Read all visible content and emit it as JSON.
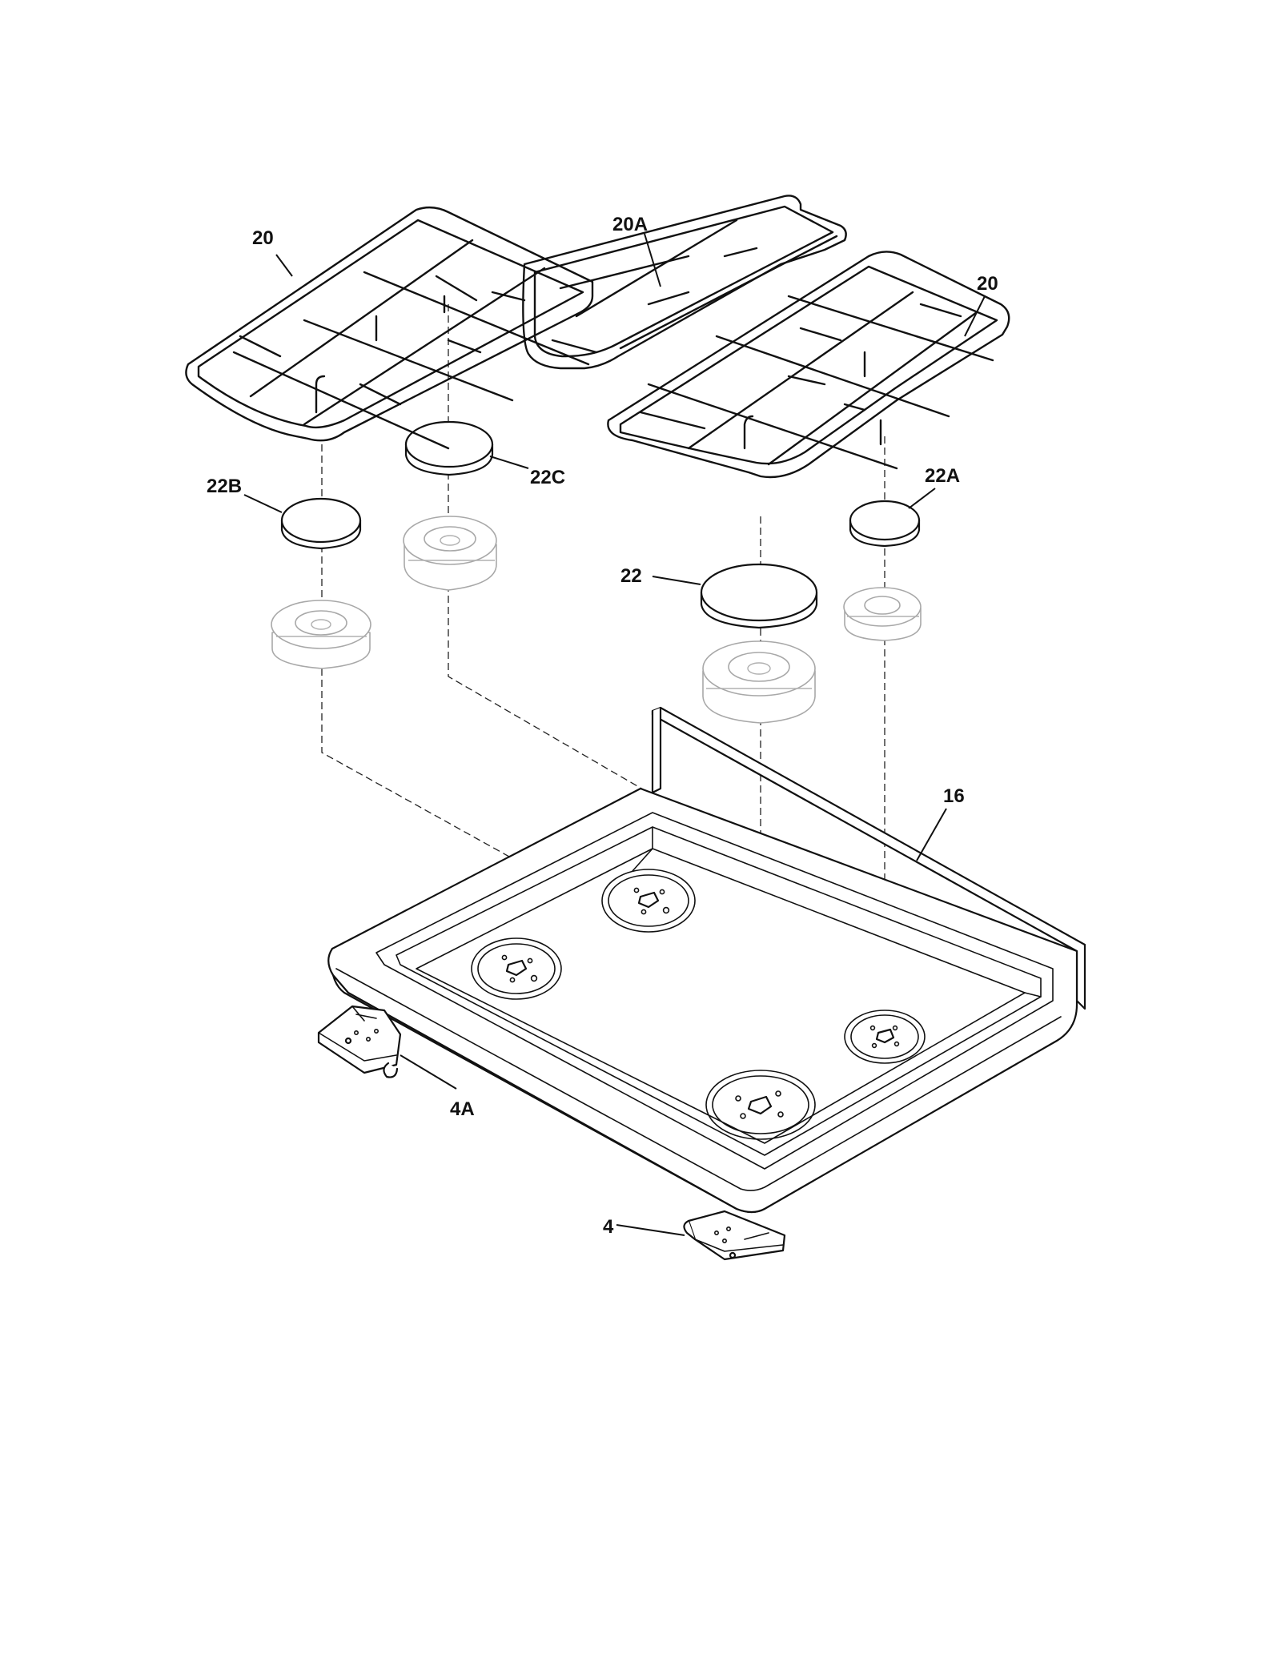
{
  "diagram": {
    "callouts": {
      "grate_left": "20",
      "grate_center": "20A",
      "grate_right": "20",
      "cap_22b": "22B",
      "cap_22c": "22C",
      "cap_22": "22",
      "cap_22a": "22A",
      "cooktop": "16",
      "bracket_4a": "4A",
      "bracket_4": "4"
    }
  }
}
